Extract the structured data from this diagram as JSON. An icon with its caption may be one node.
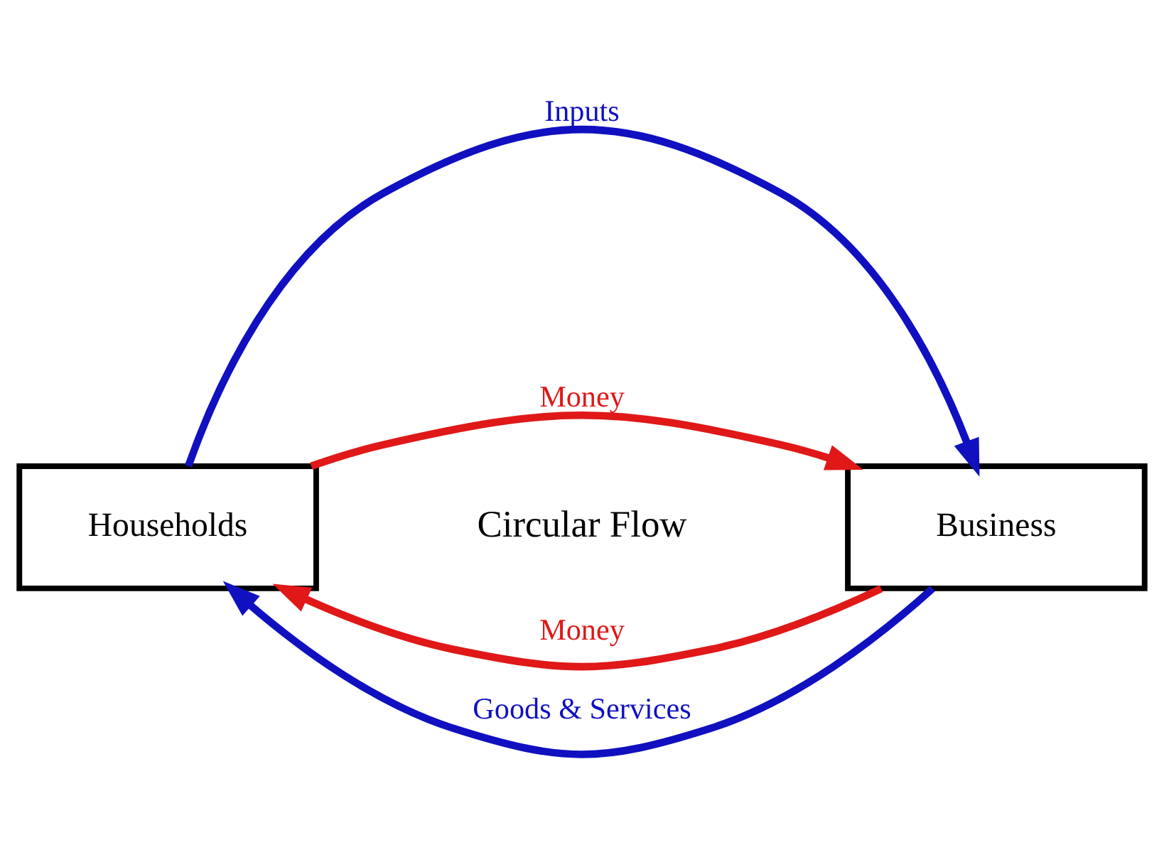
{
  "diagram": {
    "nodes": [
      {
        "text": [
          "Households"
        ]
      },
      {
        "text": [
          "Business"
        ]
      }
    ],
    "edges": [
      {
        "from": 0,
        "to": 1,
        "arrow": "to",
        "label": "Inputs",
        "color": "#1010c0"
      },
      {
        "from": 1,
        "to": 0,
        "arrow": "to",
        "label": "Money",
        "color": "#e01818"
      },
      {
        "from": 0,
        "to": 1,
        "arrow": "to",
        "label": "Money",
        "color": "#e01818"
      },
      {
        "from": 1,
        "to": 0,
        "arrow": "to",
        "label": "Goods & Services",
        "color": "#1010c0"
      }
    ],
    "labels": [
      "Circular Flow"
    ]
  }
}
